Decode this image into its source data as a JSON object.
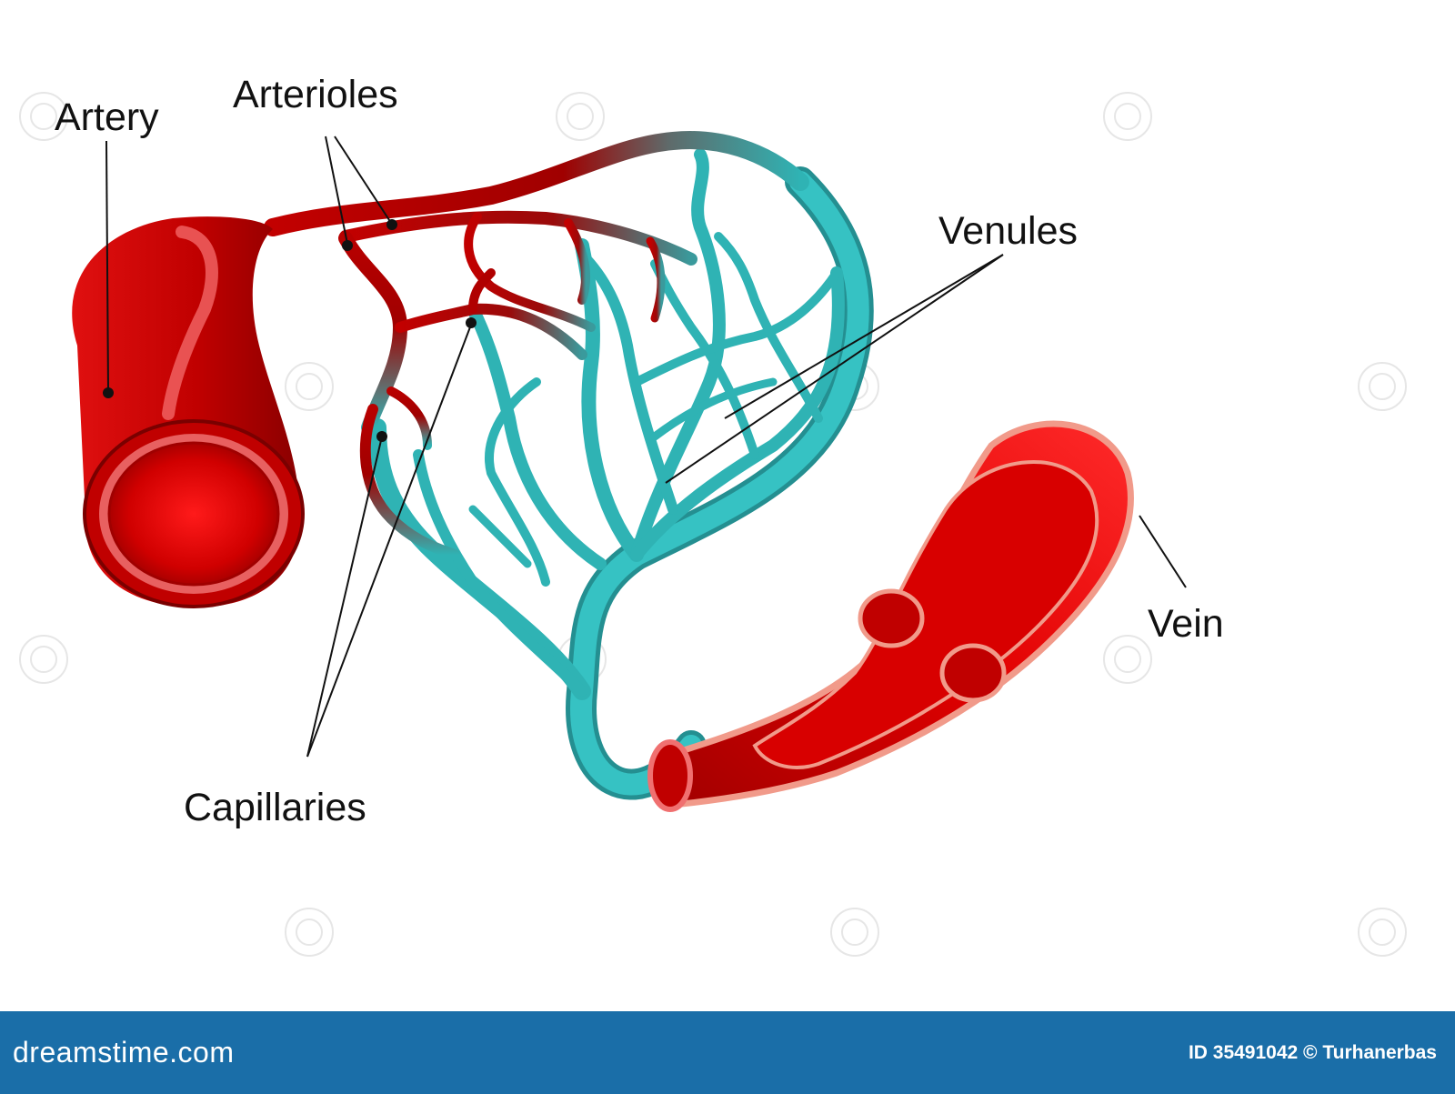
{
  "labels": {
    "artery": "Artery",
    "arterioles": "Arterioles",
    "venules": "Venules",
    "capillaries": "Capillaries",
    "vein": "Vein"
  },
  "footer": {
    "brand": "dreamstime.com",
    "credit": "ID 35491042 © Turhanerbas"
  },
  "colors": {
    "artery_red": "#d40000",
    "vein_teal": "#2fb3b4",
    "footer_blue": "#1a6ea8"
  }
}
